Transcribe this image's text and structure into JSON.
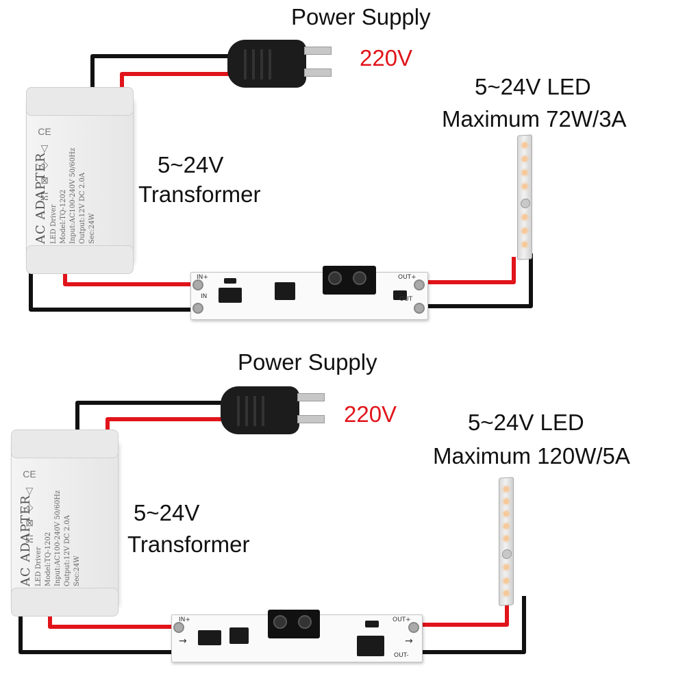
{
  "top": {
    "power_supply": "Power Supply",
    "voltage": "220V",
    "transformer_line1": "5~24V",
    "transformer_line2": "Transformer",
    "led_line1": "5~24V LED",
    "led_line2": "Maximum 72W/3A",
    "adapter_title": "AC ADAPTER",
    "adapter_sub": "LED Driver",
    "adapter_model": "Model:TQ-1202",
    "adapter_input": "Input:AC100-240V 50/60Hz",
    "adapter_output": "Output:12V DC 2.0A",
    "adapter_sec": "Sec:24W",
    "pcb_in_plus": "IN+",
    "pcb_in_minus": "IN",
    "pcb_out_plus": "OUT+",
    "pcb_out_minus": "OUT"
  },
  "bottom": {
    "power_supply": "Power Supply",
    "voltage": "220V",
    "transformer_line1": "5~24V",
    "transformer_line2": "Transformer",
    "led_line1": "5~24V LED",
    "led_line2": "Maximum 120W/5A",
    "adapter_title": "AC ADAPTER",
    "adapter_sub": "LED Driver",
    "adapter_model": "Model:TQ-1202",
    "adapter_input": "Input:AC100-240V 50/60Hz",
    "adapter_output": "Output:12V DC 2.0A",
    "adapter_sec": "Sec:24W",
    "pcb_in_plus": "IN+",
    "pcb_out_plus": "OUT+",
    "pcb_out_minus": "OUT-"
  },
  "colors": {
    "wire_red": "#e0141a",
    "wire_black": "#111111",
    "label_red": "#e0141a"
  }
}
